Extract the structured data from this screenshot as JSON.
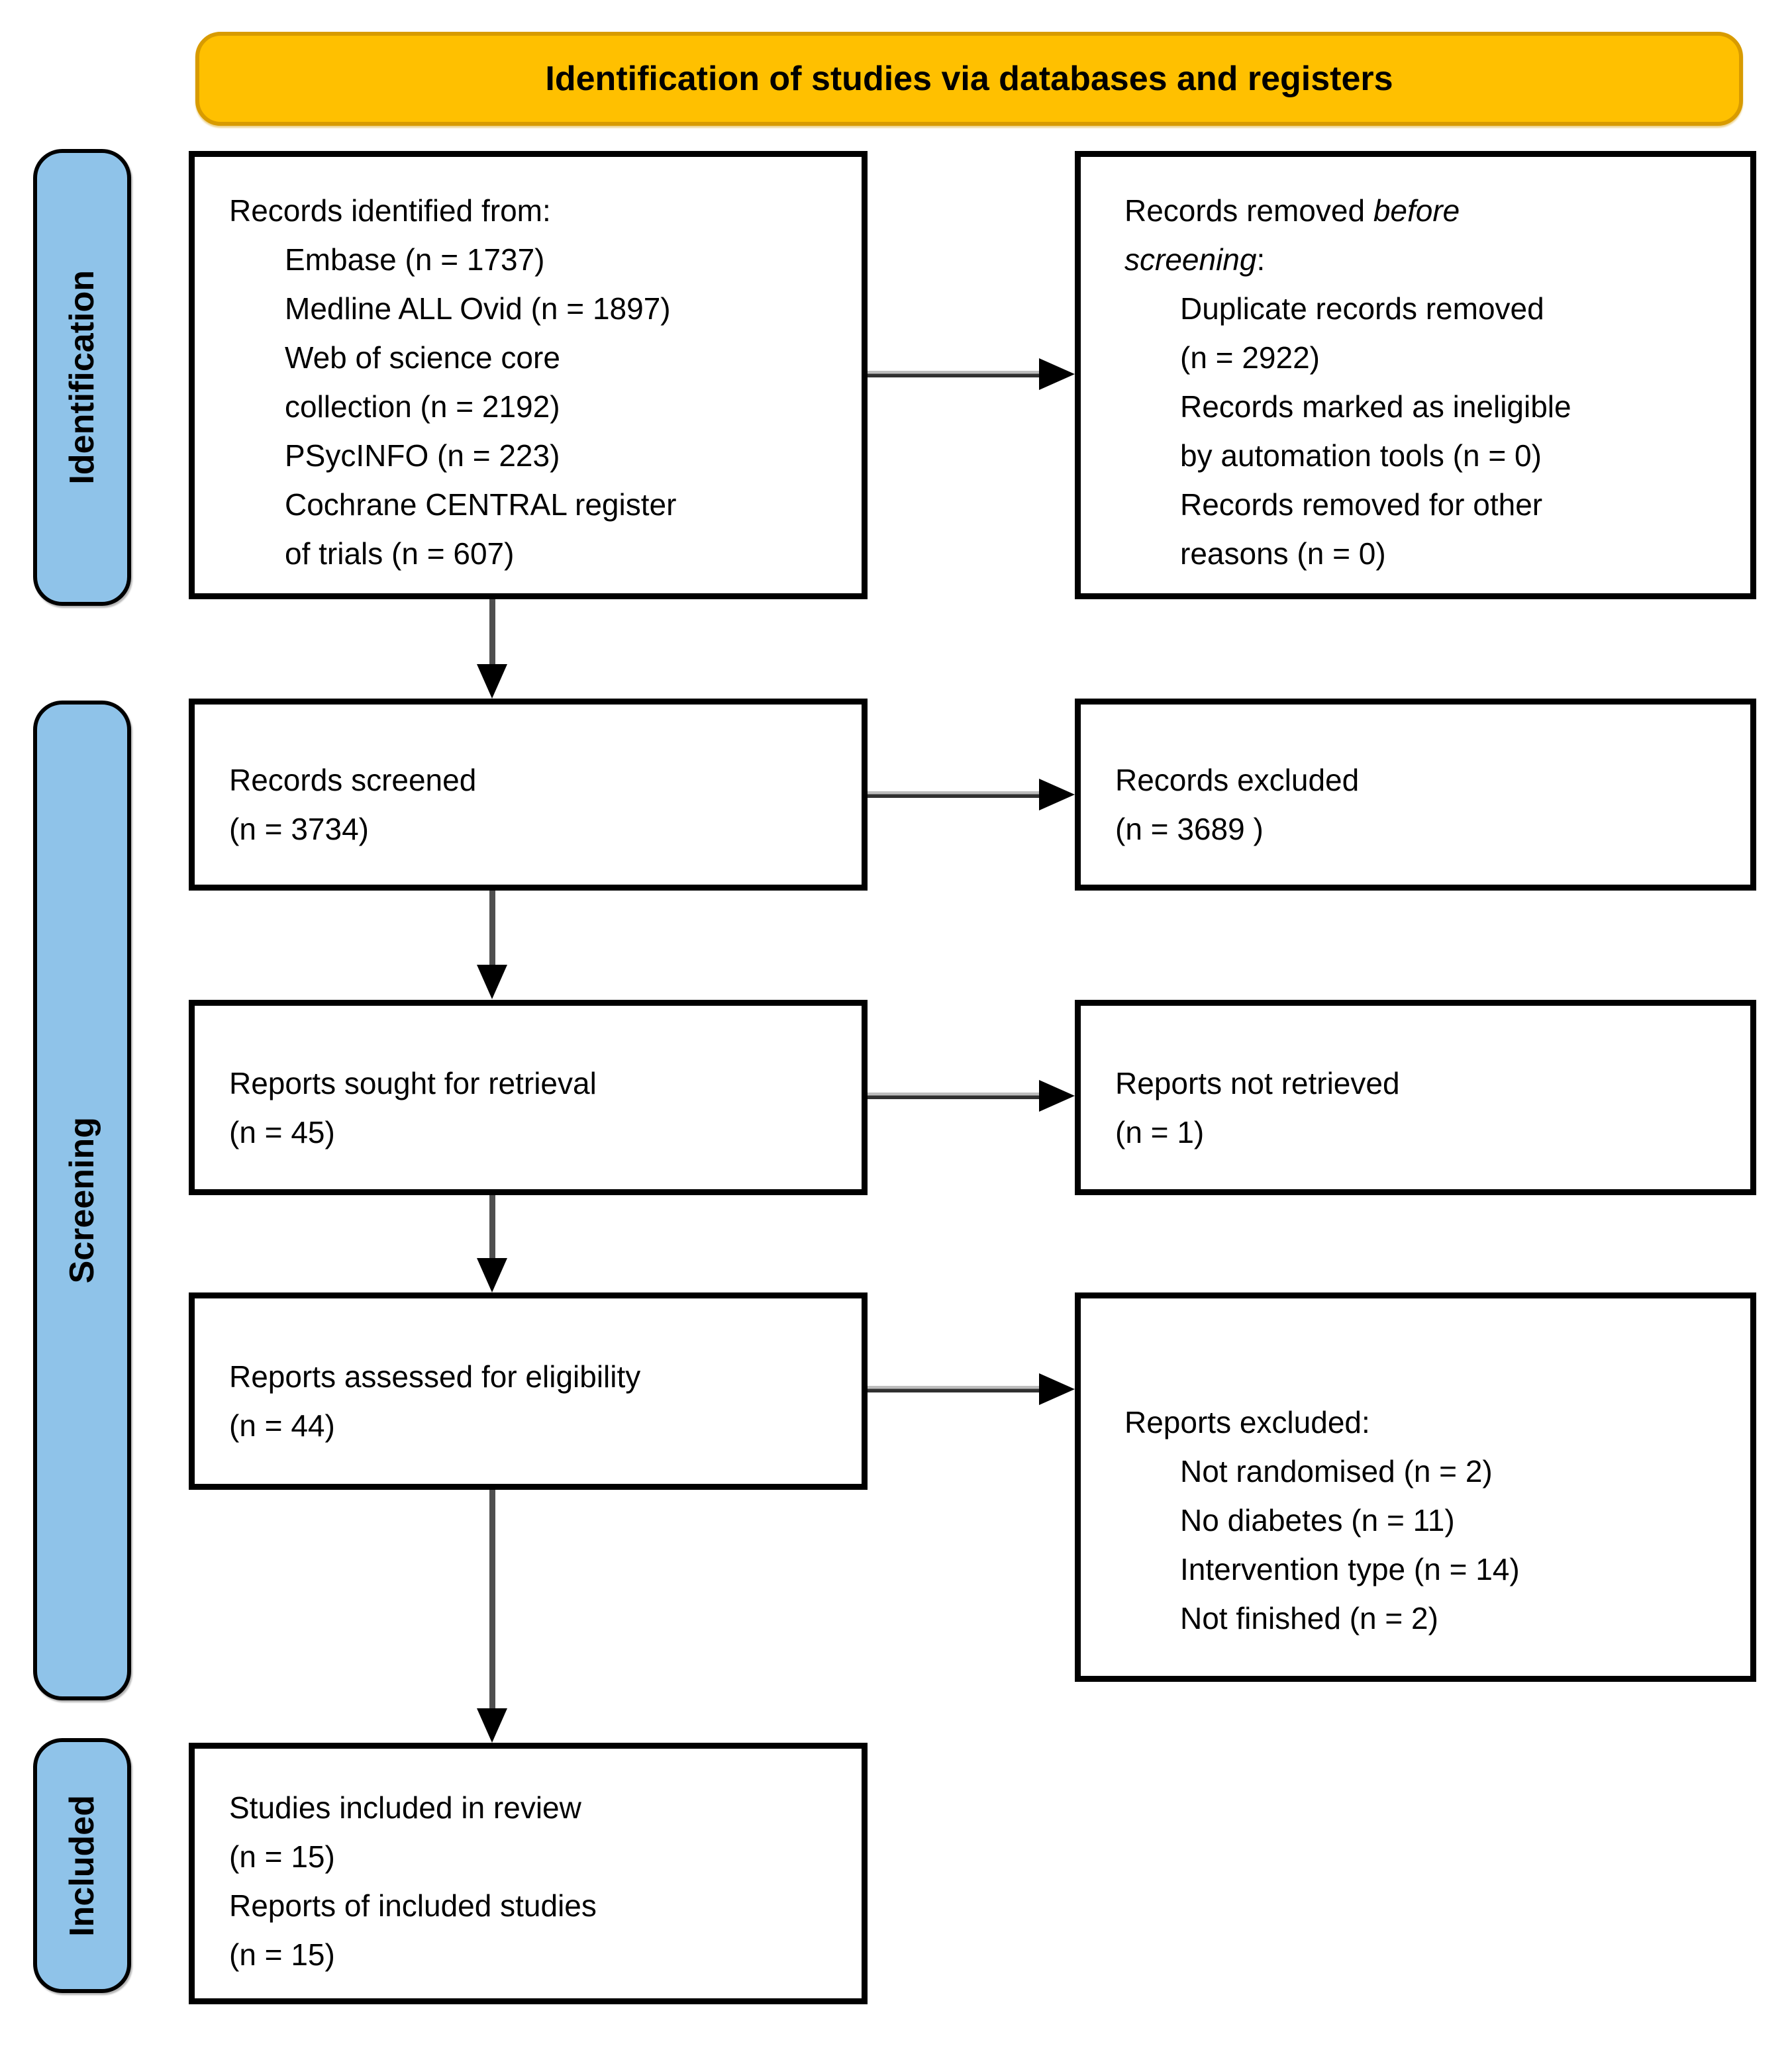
{
  "title": "Identification of studies via databases and registers",
  "sidebar": {
    "identification": "Identification",
    "screening": "Screening",
    "included": "Included"
  },
  "boxes": {
    "records_identified": {
      "heading": "Records identified from:",
      "lines": [
        "Embase (n = 1737)",
        "Medline ALL Ovid (n = 1897)",
        "Web of science core",
        "collection (n = 2192)",
        "PSycINFO (n = 223)",
        "Cochrane CENTRAL register",
        "of trials (n = 607)"
      ]
    },
    "records_removed": {
      "heading_prefix": "Records removed ",
      "heading_italic_1": "before",
      "heading_italic_2": "screening",
      "heading_suffix": ":",
      "lines": [
        "Duplicate records removed",
        "(n = 2922)",
        "Records marked as ineligible",
        "by automation tools (n = 0)",
        "Records removed for other",
        "reasons (n = 0)"
      ]
    },
    "records_screened": {
      "line1": "Records screened",
      "line2": "(n = 3734)"
    },
    "records_excluded": {
      "line1": "Records excluded",
      "line2": "(n = 3689 )"
    },
    "reports_sought": {
      "line1": "Reports sought for retrieval",
      "line2": "(n = 45)"
    },
    "reports_not_retrieved": {
      "line1": "Reports not retrieved",
      "line2": "(n = 1)"
    },
    "reports_assessed": {
      "line1": "Reports assessed for eligibility",
      "line2": "(n = 44)"
    },
    "reports_excluded": {
      "heading": "Reports excluded:",
      "lines": [
        "Not randomised (n = 2)",
        "No diabetes (n = 11)",
        "Intervention type (n = 14)",
        "Not finished (n = 2)"
      ]
    },
    "studies_included": {
      "lines": [
        "Studies included in review",
        "(n = 15)",
        "Reports of included studies",
        "(n = 15)"
      ]
    }
  },
  "colors": {
    "title_bg": "#FFC000",
    "title_border": "#D89B00",
    "sidebar_bg": "#8FC3E9",
    "box_border": "#000000",
    "arrow_line": "#4F4F4F",
    "arrow_head": "#000000"
  }
}
